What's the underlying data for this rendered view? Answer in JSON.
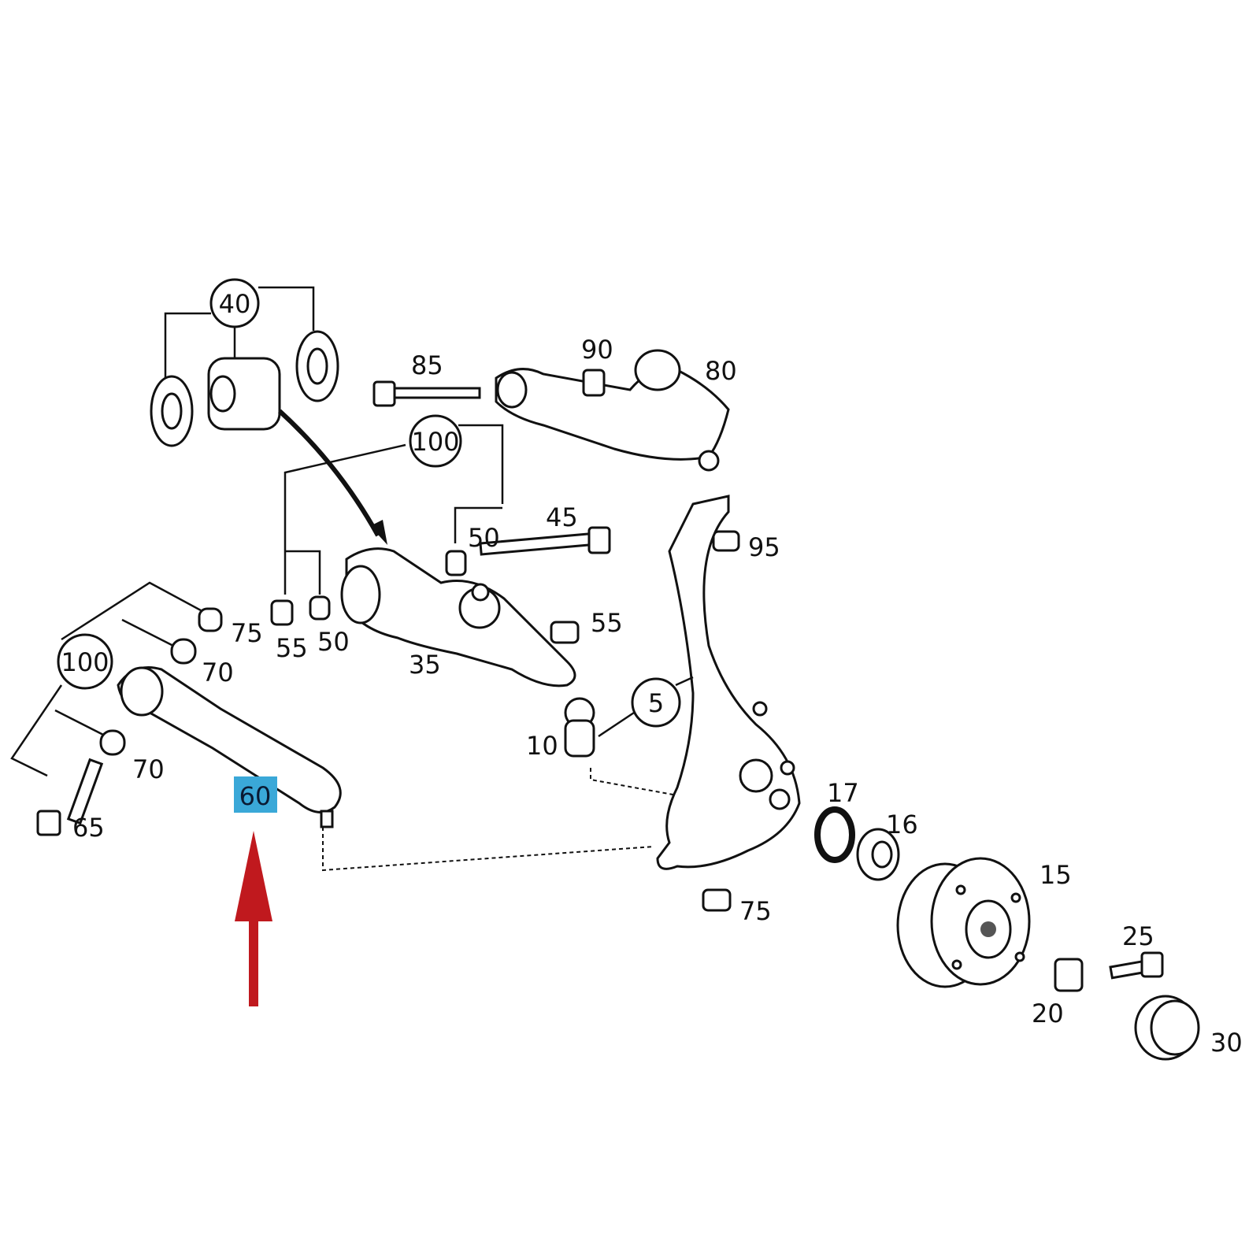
{
  "highlight_color": "#3aa8d8",
  "arrow_color": "#c0191e",
  "callouts": {
    "c40": "40",
    "c85": "85",
    "c90": "90",
    "c80": "80",
    "c100a": "100",
    "c50a": "50",
    "c45": "45",
    "c95": "95",
    "c75a": "75",
    "c55a": "55",
    "c50b": "50",
    "c55b": "55",
    "c100b": "100",
    "c70a": "70",
    "c35": "35",
    "c5": "5",
    "c70b": "70",
    "c10": "10",
    "c17": "17",
    "c16": "16",
    "c60": "60",
    "c65": "65",
    "c15": "15",
    "c75b": "75",
    "c25": "25",
    "c20": "20",
    "c30": "30"
  }
}
